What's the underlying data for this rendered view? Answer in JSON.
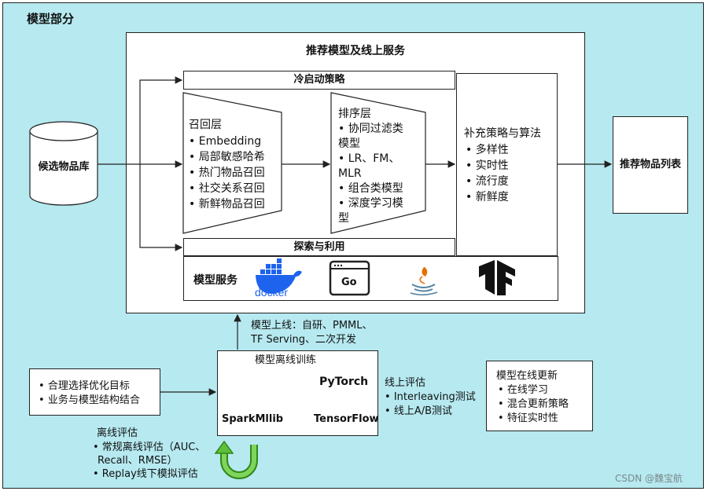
{
  "section_title": "模型部分",
  "main_panel": {
    "title": "推荐模型及线上服务",
    "cold_start": "冷启动策略",
    "explore": "探索与利用"
  },
  "candidate_db": "候选物品库",
  "recall": {
    "title": "召回层",
    "items": [
      "Embedding",
      "局部敏感哈希",
      "热门物品召回",
      "社交关系召回",
      "新鲜物品召回"
    ]
  },
  "ranking": {
    "title": "排序层",
    "items": [
      "协同过滤类",
      "模型",
      "LR、FM、",
      "MLR",
      "组合类模型",
      "深度学习模",
      "型"
    ]
  },
  "supplement": {
    "title": "补充策略与算法",
    "items": [
      "多样性",
      "实时性",
      "流行度",
      "新鲜度"
    ]
  },
  "output": "推荐物品列表",
  "model_service": {
    "label": "模型服务",
    "logos": {
      "docker": "docker",
      "go": "Go"
    }
  },
  "deploy_note": {
    "line1": "模型上线：自研、PMML、",
    "line2": "TF Serving、二次开发"
  },
  "offline_training": {
    "title": "模型离线训练",
    "pytorch": "PyTorch",
    "sparkmllib": "SparkMllib",
    "tensorflow": "TensorFlow"
  },
  "objective_box": {
    "items": [
      "合理选择优化目标",
      "业务与模型结构结合"
    ]
  },
  "online_eval": {
    "title": "线上评估",
    "items": [
      "Interleaving测试",
      "线上A/B测试"
    ]
  },
  "online_update": {
    "title": "模型在线更新",
    "items": [
      "在线学习",
      "混合更新策略",
      "特征实时性"
    ]
  },
  "offline_eval": {
    "title": "离线评估",
    "line1": "• 常规离线评估（AUC、",
    "line2": "Recall、RMSE）",
    "line3": "• Replay线下模拟评估"
  },
  "watermark": "CSDN @魏宝航",
  "colors": {
    "background": "#b6e9f0",
    "docker_blue": "#1d63ed",
    "u_arrow_green": "#5fbf3a"
  }
}
